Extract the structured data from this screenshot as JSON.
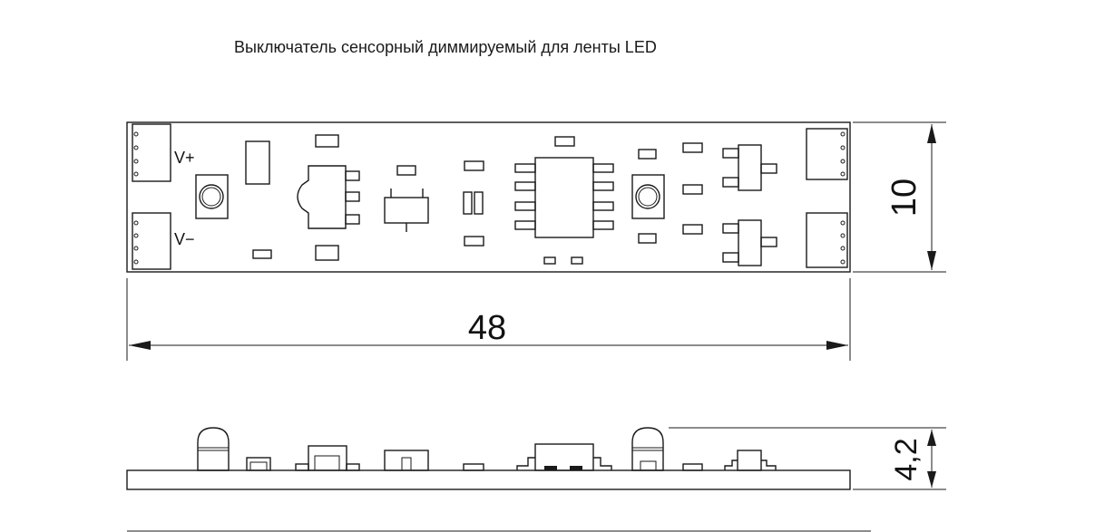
{
  "title": "Выключатель сенсорный диммируемый для ленты LED",
  "labels": {
    "v_plus": "V+",
    "v_minus": "V−"
  },
  "dimensions": {
    "length": "48",
    "width": "10",
    "height": "4,2"
  },
  "colors": {
    "line": "#1a1a1a",
    "background": "#ffffff"
  }
}
